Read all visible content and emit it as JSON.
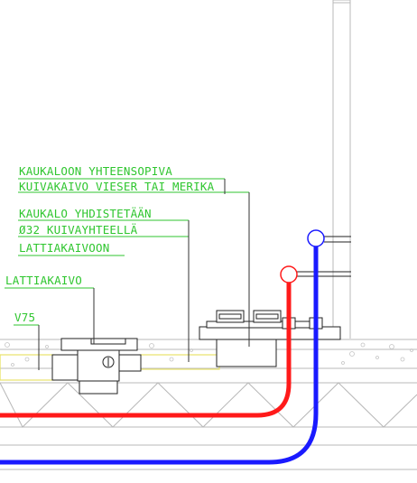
{
  "labels": {
    "dry_trap_line1": "KAUKALOON YHTEENSOPIVA",
    "dry_trap_line2": "KUIVAKAIVO VIESER TAI MERIKA",
    "connect_line1": "KAUKALO YHDISTETÄÄN",
    "connect_line2": "Ø32 KUIVAYHTEELLÄ",
    "connect_line3": "LATTIAKAIVOON",
    "floor_drain": "LATTIAKAIVO",
    "pipe_size": "V75"
  },
  "pipes": [
    {
      "name": "hot-water",
      "color": "#ff1a1a"
    },
    {
      "name": "cold-water",
      "color": "#1a1aff"
    }
  ],
  "colors": {
    "label": "#2fc62f",
    "drain_pipe": "#e8e36a",
    "outline": "#222222",
    "hatch": "#b8b8b8"
  }
}
